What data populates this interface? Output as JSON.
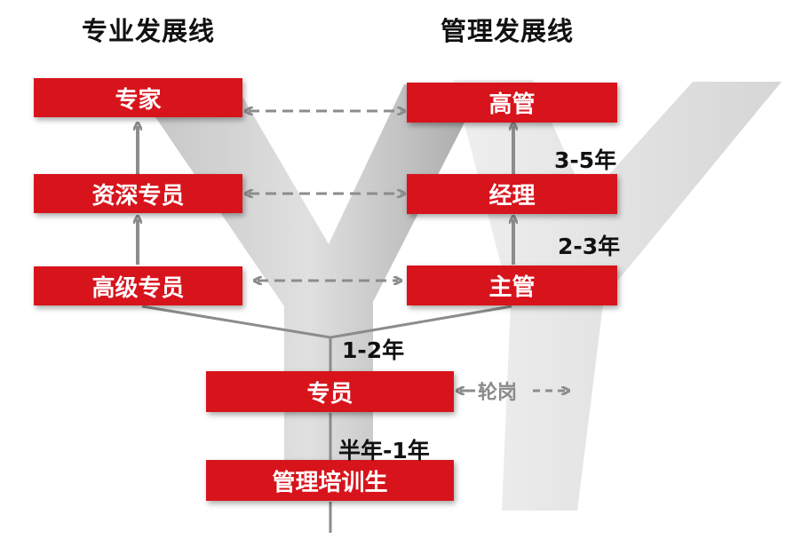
{
  "headings": {
    "professional": "专业发展线",
    "management": "管理发展线"
  },
  "boxes": {
    "expert": "专家",
    "senior_specialist": "资深专员",
    "advanced_specialist": "高级专员",
    "executive": "高管",
    "manager": "经理",
    "supervisor": "主管",
    "specialist": "专员",
    "trainee": "管理培训生"
  },
  "durations": {
    "d1": "3-5年",
    "d2": "2-3年",
    "d3": "1-2年",
    "d4": "半年-1年"
  },
  "rotation": {
    "label": "轮岗"
  },
  "colors": {
    "box_red": "#d7141c",
    "arrow_gray": "#8c8c8c",
    "y_gray": "#bdbdbd"
  }
}
